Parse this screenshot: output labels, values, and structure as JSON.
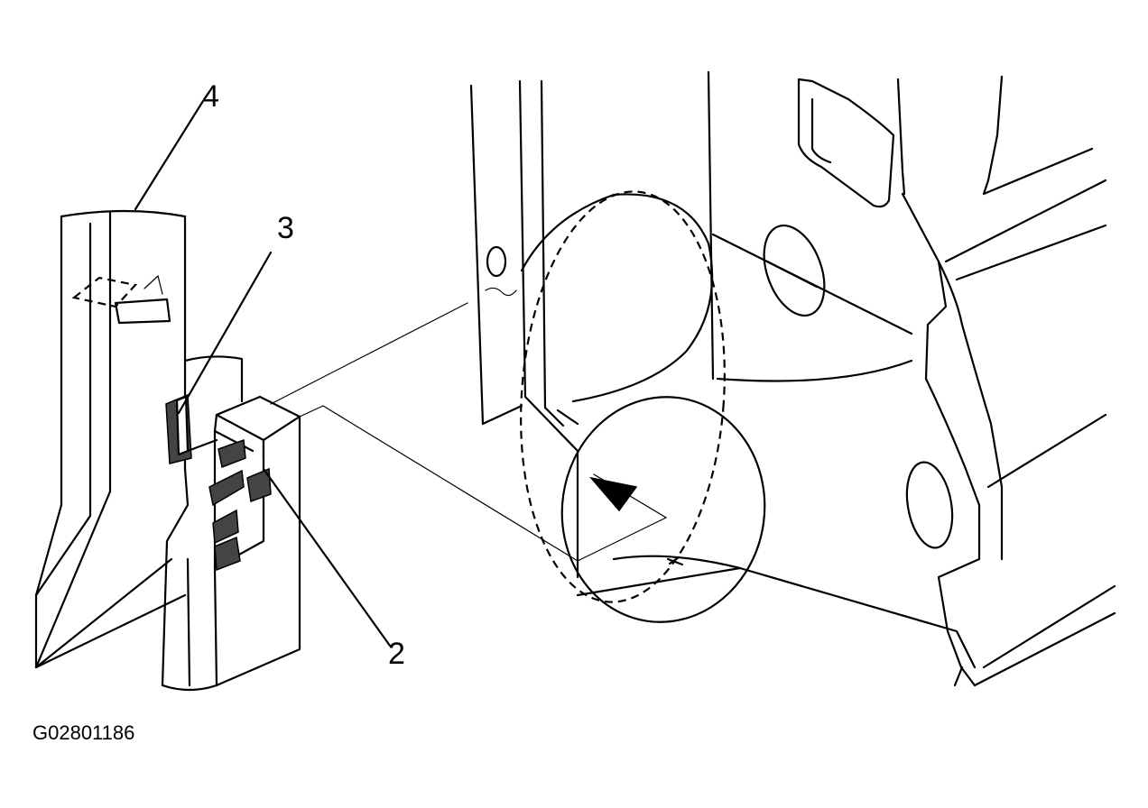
{
  "callouts": [
    {
      "id": "4",
      "label": "4"
    },
    {
      "id": "3",
      "label": "3"
    },
    {
      "id": "2",
      "label": "2"
    }
  ],
  "figure_code": "G02801186"
}
